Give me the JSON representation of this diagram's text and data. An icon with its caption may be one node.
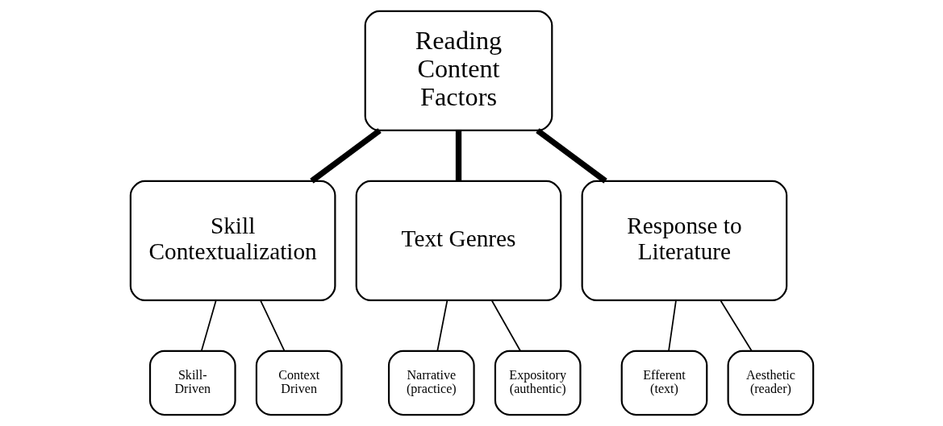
{
  "diagram": {
    "nodes": [
      {
        "text": [
          "Reading Content Factors"
        ]
      },
      {
        "text": [
          "Skill Contextualization"
        ]
      },
      {
        "text": [
          "Text Genres"
        ]
      },
      {
        "text": [
          "Response to Literature"
        ]
      },
      {
        "text": [
          "Skill- Driven"
        ]
      },
      {
        "text": [
          "Context Driven"
        ]
      },
      {
        "text": [
          "Narrative (practice)"
        ]
      },
      {
        "text": [
          "Expository (authentic)"
        ]
      },
      {
        "text": [
          "Efferent (text)"
        ]
      },
      {
        "text": [
          "Aesthetic (reader)"
        ]
      }
    ],
    "edges": [
      {
        "from": 0,
        "to": 1,
        "arrow": "none",
        "style": "thick"
      },
      {
        "from": 0,
        "to": 2,
        "arrow": "none",
        "style": "thick"
      },
      {
        "from": 0,
        "to": 3,
        "arrow": "none",
        "style": "thick"
      },
      {
        "from": 1,
        "to": 4,
        "arrow": "none"
      },
      {
        "from": 1,
        "to": 5,
        "arrow": "none"
      },
      {
        "from": 2,
        "to": 6,
        "arrow": "none"
      },
      {
        "from": 2,
        "to": 7,
        "arrow": "none"
      },
      {
        "from": 3,
        "to": 8,
        "arrow": "none"
      },
      {
        "from": 3,
        "to": 9,
        "arrow": "none"
      }
    ]
  }
}
